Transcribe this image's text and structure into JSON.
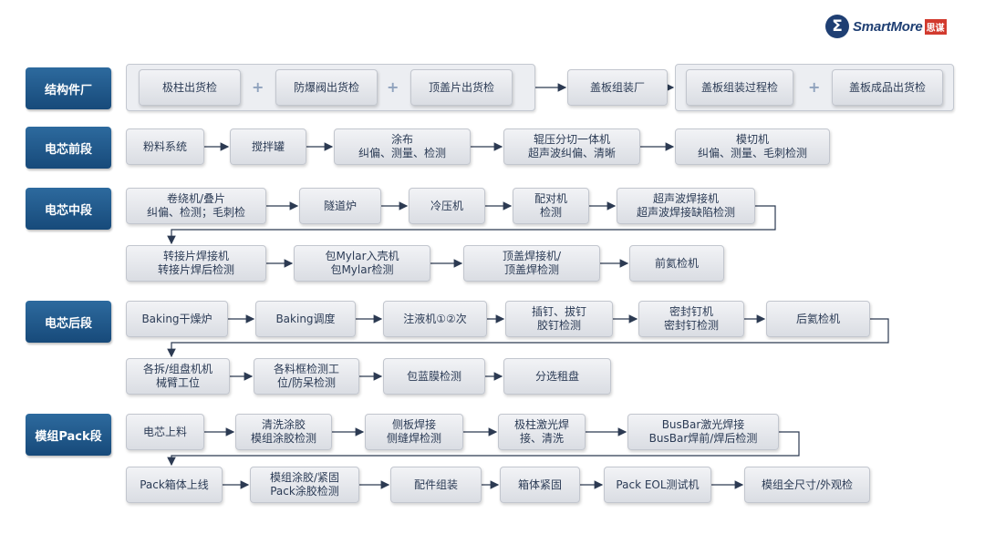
{
  "logo": {
    "mark": "Σ",
    "name": "SmartMore",
    "cn": "思谋"
  },
  "stages": [
    {
      "label": "结构件厂"
    },
    {
      "label": "电芯前段"
    },
    {
      "label": "电芯中段"
    },
    {
      "label": "电芯后段"
    },
    {
      "label": "模组Pack段"
    }
  ],
  "nodes": [
    {
      "id": "n0",
      "lines": [
        "极柱出货检"
      ]
    },
    {
      "id": "n1",
      "lines": [
        "防爆阀出货检"
      ]
    },
    {
      "id": "n2",
      "lines": [
        "顶盖片出货检"
      ]
    },
    {
      "id": "n3",
      "lines": [
        "盖板组装厂"
      ]
    },
    {
      "id": "n4",
      "lines": [
        "盖板组装过程检"
      ]
    },
    {
      "id": "n5",
      "lines": [
        "盖板成品出货检"
      ]
    },
    {
      "id": "n6",
      "lines": [
        "粉料系统"
      ]
    },
    {
      "id": "n7",
      "lines": [
        "搅拌罐"
      ]
    },
    {
      "id": "n8",
      "lines": [
        "涂布",
        "纠偏、测量、检测"
      ]
    },
    {
      "id": "n9",
      "lines": [
        "辊压分切一体机",
        "超声波纠偏、清晰"
      ]
    },
    {
      "id": "n10",
      "lines": [
        "模切机",
        "纠偏、测量、毛刺检测"
      ]
    },
    {
      "id": "n11",
      "lines": [
        "卷绕机/叠片",
        "纠偏、检测；毛刺检"
      ]
    },
    {
      "id": "n12",
      "lines": [
        "隧道炉"
      ]
    },
    {
      "id": "n13",
      "lines": [
        "冷压机"
      ]
    },
    {
      "id": "n14",
      "lines": [
        "配对机",
        "检测"
      ]
    },
    {
      "id": "n15",
      "lines": [
        "超声波焊接机",
        "超声波焊接缺陷检测"
      ]
    },
    {
      "id": "n16",
      "lines": [
        "转接片焊接机",
        "转接片焊后检测"
      ]
    },
    {
      "id": "n17",
      "lines": [
        "包Mylar入壳机",
        "包Mylar检测"
      ]
    },
    {
      "id": "n18",
      "lines": [
        "顶盖焊接机/",
        "顶盖焊检测"
      ]
    },
    {
      "id": "n19",
      "lines": [
        "前氦检机"
      ]
    },
    {
      "id": "n20",
      "lines": [
        "Baking干燥炉"
      ]
    },
    {
      "id": "n21",
      "lines": [
        "Baking调度"
      ]
    },
    {
      "id": "n22",
      "lines": [
        "注液机①②次"
      ]
    },
    {
      "id": "n23",
      "lines": [
        "插钉、拔钉",
        "胶钉检测"
      ]
    },
    {
      "id": "n24",
      "lines": [
        "密封钉机",
        "密封钉检测"
      ]
    },
    {
      "id": "n25",
      "lines": [
        "后氦检机"
      ]
    },
    {
      "id": "n26",
      "lines": [
        "各拆/组盘机机",
        "械臂工位"
      ]
    },
    {
      "id": "n27",
      "lines": [
        "各料框检测工",
        "位/防呆检测"
      ]
    },
    {
      "id": "n28",
      "lines": [
        "包蓝膜检测"
      ]
    },
    {
      "id": "n29",
      "lines": [
        "分选租盘"
      ]
    },
    {
      "id": "n30",
      "lines": [
        "电芯上料"
      ]
    },
    {
      "id": "n31",
      "lines": [
        "清洗涂胶",
        "模组涂胶检测"
      ]
    },
    {
      "id": "n32",
      "lines": [
        "侧板焊接",
        "侧缝焊检测"
      ]
    },
    {
      "id": "n33",
      "lines": [
        "极柱激光焊",
        "接、清洗"
      ]
    },
    {
      "id": "n34",
      "lines": [
        "BusBar激光焊接",
        "BusBar焊前/焊后检测"
      ]
    },
    {
      "id": "n35",
      "lines": [
        "Pack箱体上线"
      ]
    },
    {
      "id": "n36",
      "lines": [
        "模组涂胶/紧固",
        "Pack涂胶检测"
      ]
    },
    {
      "id": "n37",
      "lines": [
        "配件组装"
      ]
    },
    {
      "id": "n38",
      "lines": [
        "箱体紧固"
      ]
    },
    {
      "id": "n39",
      "lines": [
        "Pack EOL测试机"
      ]
    },
    {
      "id": "n40",
      "lines": [
        "模组全尺寸/外观检"
      ]
    }
  ],
  "plus_signs": [
    "+",
    "+",
    "+"
  ]
}
